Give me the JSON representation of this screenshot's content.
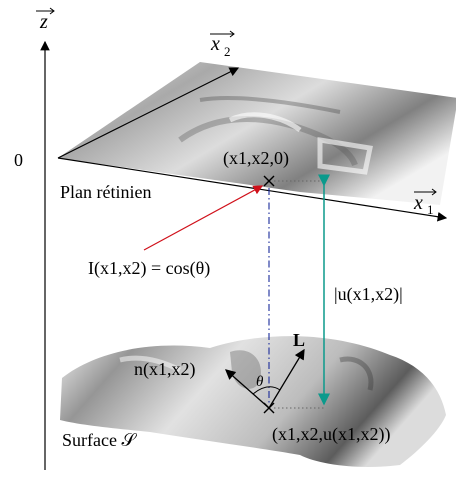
{
  "axes": {
    "z_label": "z",
    "x1_label": "x",
    "x1_sub": "1",
    "x2_label": "x",
    "x2_sub": "2",
    "origin_label": "0"
  },
  "labels": {
    "plane": "Plan rétinien",
    "plane_point": "(x1,x2,0)",
    "intensity": "I(x1,x2) = cos(θ)",
    "depth": "|u(x1,x2)|",
    "surface": "Surface 𝒮",
    "surface_point": "(x1,x2,u(x1,x2))",
    "normal": "n(x1,x2)",
    "light": "L",
    "angle": "θ"
  },
  "colors": {
    "intensity_arrow": "#d0101a",
    "depth_arrow": "#0b9a8c",
    "projection_line": "#1a2a9a",
    "axis": "#000000"
  }
}
